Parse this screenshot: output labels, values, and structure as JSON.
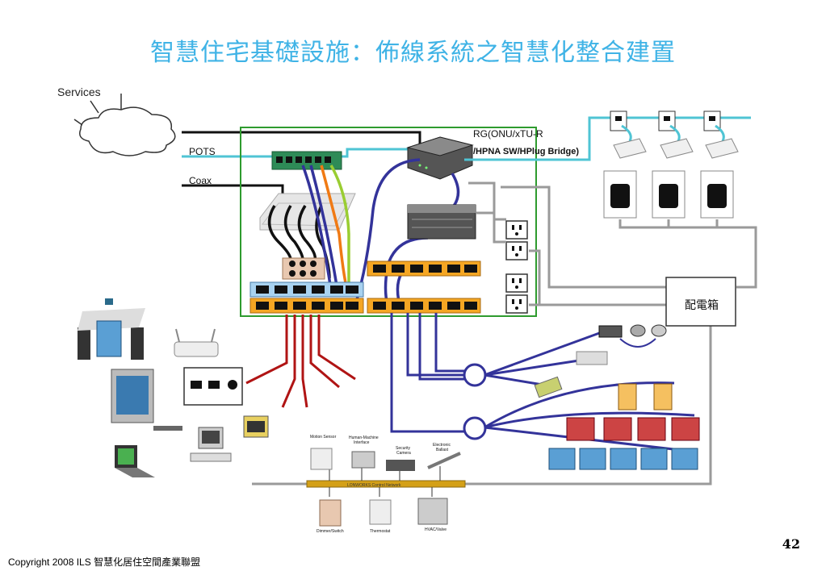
{
  "title": "智慧住宅基礎設施：佈線系統之智慧化整合建置",
  "labels": {
    "services": "Services",
    "pots": "POTS",
    "coax": "Coax",
    "rg_line1": "RG(ONU/xTU-R",
    "rg_line2": "/HPNA SW/HPlug Bridge)",
    "panel": "配電箱"
  },
  "device_labels": {
    "motion_sensor": "Motion Sensor",
    "hmi_line1": "Human-Machine",
    "hmi_line2": "Interface",
    "camera_line1": "Security",
    "camera_line2": "Camera",
    "ballast_line1": "Electronic",
    "ballast_line2": "Ballast",
    "control_network": "LONWORKS Control Network",
    "dimmer": "Dimmer/Switch",
    "thermostat": "Thermostat",
    "hvac": "HVAC/Valve"
  },
  "page_number": "42",
  "copyright": "Copyright 2008 ILS 智慧化居住空間產業聯盟",
  "colors": {
    "title": "#3fb3e6",
    "frame": "#2e9b2e",
    "cable_blue": "#33339a",
    "cable_cyan": "#4fc4d4",
    "cable_red": "#b01414",
    "cable_orange": "#f07a14",
    "cable_green": "#9acd32",
    "cable_gray": "#9a9a9a",
    "patch_orange": "#f5a623",
    "patch_blue": "#a8d2f0",
    "bus_gold": "#d4a017"
  }
}
